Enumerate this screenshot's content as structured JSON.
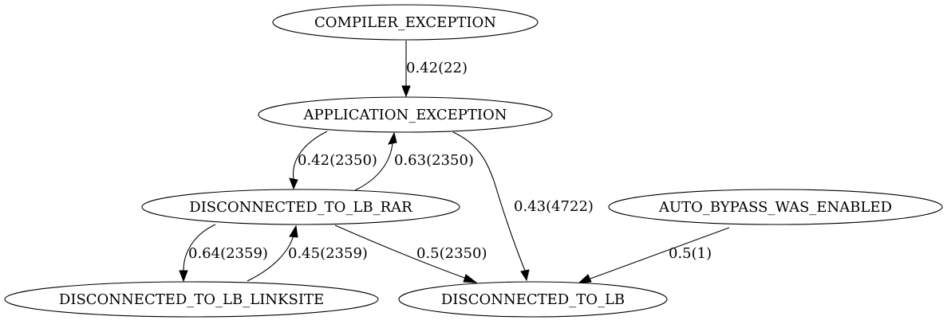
{
  "graph": {
    "nodes": {
      "compiler_exception": "COMPILER_EXCEPTION",
      "application_exception": "APPLICATION_EXCEPTION",
      "disconnected_to_lb_rar": "DISCONNECTED_TO_LB_RAR",
      "auto_bypass_was_enabled": "AUTO_BYPASS_WAS_ENABLED",
      "disconnected_to_lb_linksite": "DISCONNECTED_TO_LB_LINKSITE",
      "disconnected_to_lb": "DISCONNECTED_TO_LB"
    },
    "edges": [
      {
        "from": "COMPILER_EXCEPTION",
        "to": "APPLICATION_EXCEPTION",
        "label": "0.42(22)"
      },
      {
        "from": "APPLICATION_EXCEPTION",
        "to": "DISCONNECTED_TO_LB_RAR",
        "label": "0.42(2350)"
      },
      {
        "from": "DISCONNECTED_TO_LB_RAR",
        "to": "APPLICATION_EXCEPTION",
        "label": "0.63(2350)"
      },
      {
        "from": "APPLICATION_EXCEPTION",
        "to": "DISCONNECTED_TO_LB",
        "label": "0.43(4722)"
      },
      {
        "from": "DISCONNECTED_TO_LB_RAR",
        "to": "DISCONNECTED_TO_LB_LINKSITE",
        "label": "0.64(2359)"
      },
      {
        "from": "DISCONNECTED_TO_LB_LINKSITE",
        "to": "DISCONNECTED_TO_LB_RAR",
        "label": "0.45(2359)"
      },
      {
        "from": "DISCONNECTED_TO_LB_RAR",
        "to": "DISCONNECTED_TO_LB",
        "label": "0.5(2350)"
      },
      {
        "from": "AUTO_BYPASS_WAS_ENABLED",
        "to": "DISCONNECTED_TO_LB",
        "label": "0.5(1)"
      }
    ]
  }
}
